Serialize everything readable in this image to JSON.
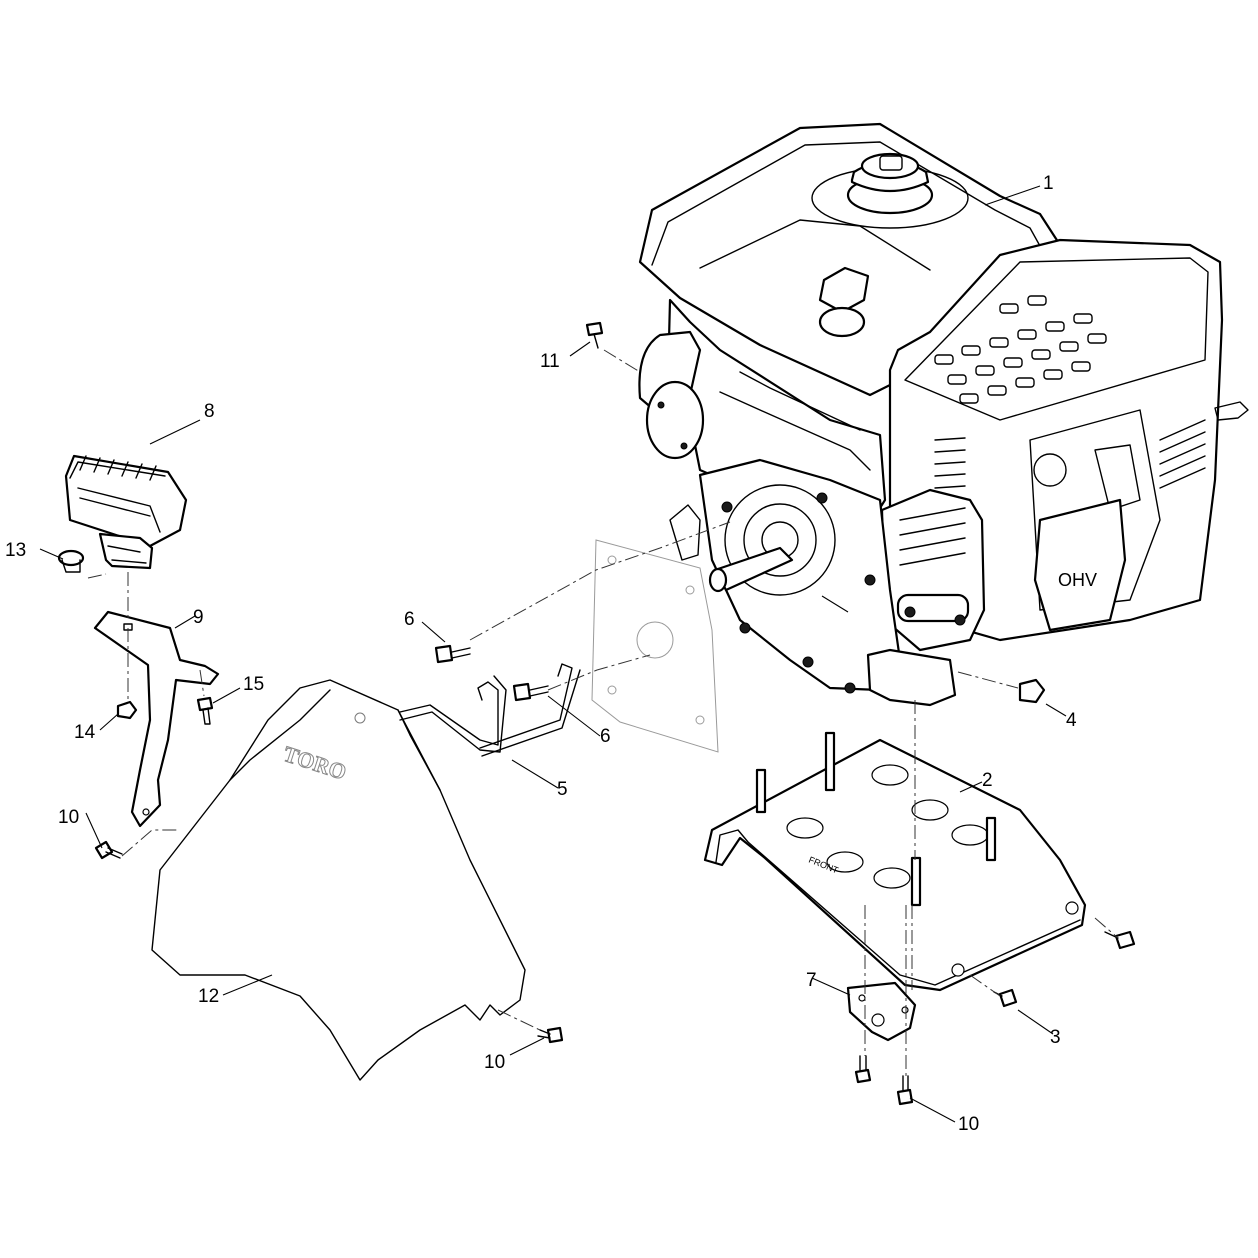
{
  "diagram": {
    "callouts": [
      {
        "id": "c1",
        "label": "1"
      },
      {
        "id": "c2",
        "label": "2"
      },
      {
        "id": "c3",
        "label": "3"
      },
      {
        "id": "c4",
        "label": "4"
      },
      {
        "id": "c5",
        "label": "5"
      },
      {
        "id": "c6a",
        "label": "6"
      },
      {
        "id": "c6b",
        "label": "6"
      },
      {
        "id": "c7",
        "label": "7"
      },
      {
        "id": "c8",
        "label": "8"
      },
      {
        "id": "c9",
        "label": "9"
      },
      {
        "id": "c10a",
        "label": "10"
      },
      {
        "id": "c10b",
        "label": "10"
      },
      {
        "id": "c10c",
        "label": "10"
      },
      {
        "id": "c11",
        "label": "11"
      },
      {
        "id": "c12",
        "label": "12"
      },
      {
        "id": "c13",
        "label": "13"
      },
      {
        "id": "c14",
        "label": "14"
      },
      {
        "id": "c15",
        "label": "15"
      }
    ],
    "markings": {
      "engine_badge": "OHV",
      "plate_text": "FRONT",
      "shroud_logo": "TORO"
    }
  }
}
